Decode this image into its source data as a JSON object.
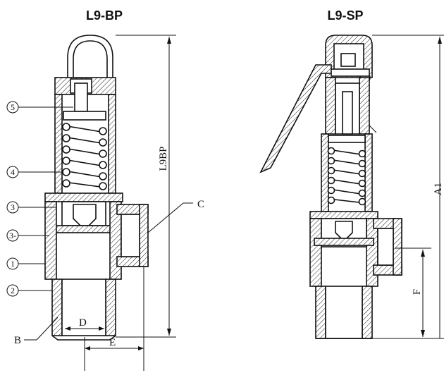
{
  "titles": {
    "left": "L9-BP",
    "right": "L9-SP"
  },
  "callouts": [
    "5",
    "4",
    "3",
    "3-",
    "1",
    "2"
  ],
  "labels": {
    "B": "B",
    "C": "C",
    "D": "D",
    "E": "E",
    "F": "F",
    "L9BP": "L9BP",
    "A1": "A1"
  }
}
